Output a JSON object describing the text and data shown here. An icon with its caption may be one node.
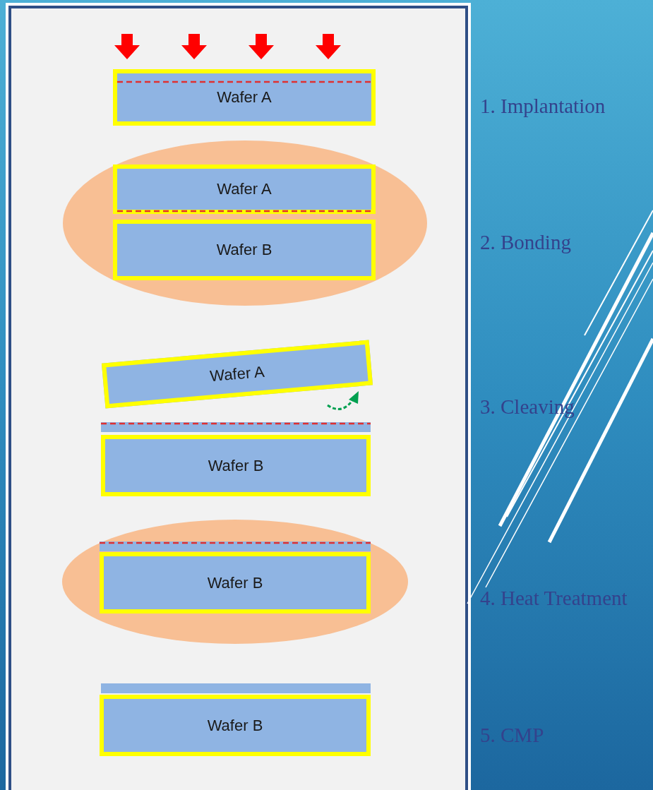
{
  "diagram": {
    "nodes": [
      {
        "text": [
          "Wafer A"
        ]
      },
      {
        "text": [
          "Wafer A"
        ]
      },
      {
        "text": [
          "Wafer B"
        ]
      },
      {
        "text": [
          "Wafer A"
        ]
      },
      {
        "text": [],
        "shape": "bar"
      },
      {
        "text": [
          "Wafer B"
        ]
      },
      {
        "text": [],
        "shape": "bar"
      },
      {
        "text": [
          "Wafer B"
        ]
      },
      {
        "text": [],
        "shape": "bar"
      },
      {
        "text": [
          "Wafer B"
        ]
      }
    ],
    "labels": [
      "1. Implantation",
      "2. Bonding",
      "3. Cleaving",
      "4. Heat Treatment",
      "5. CMP"
    ]
  }
}
